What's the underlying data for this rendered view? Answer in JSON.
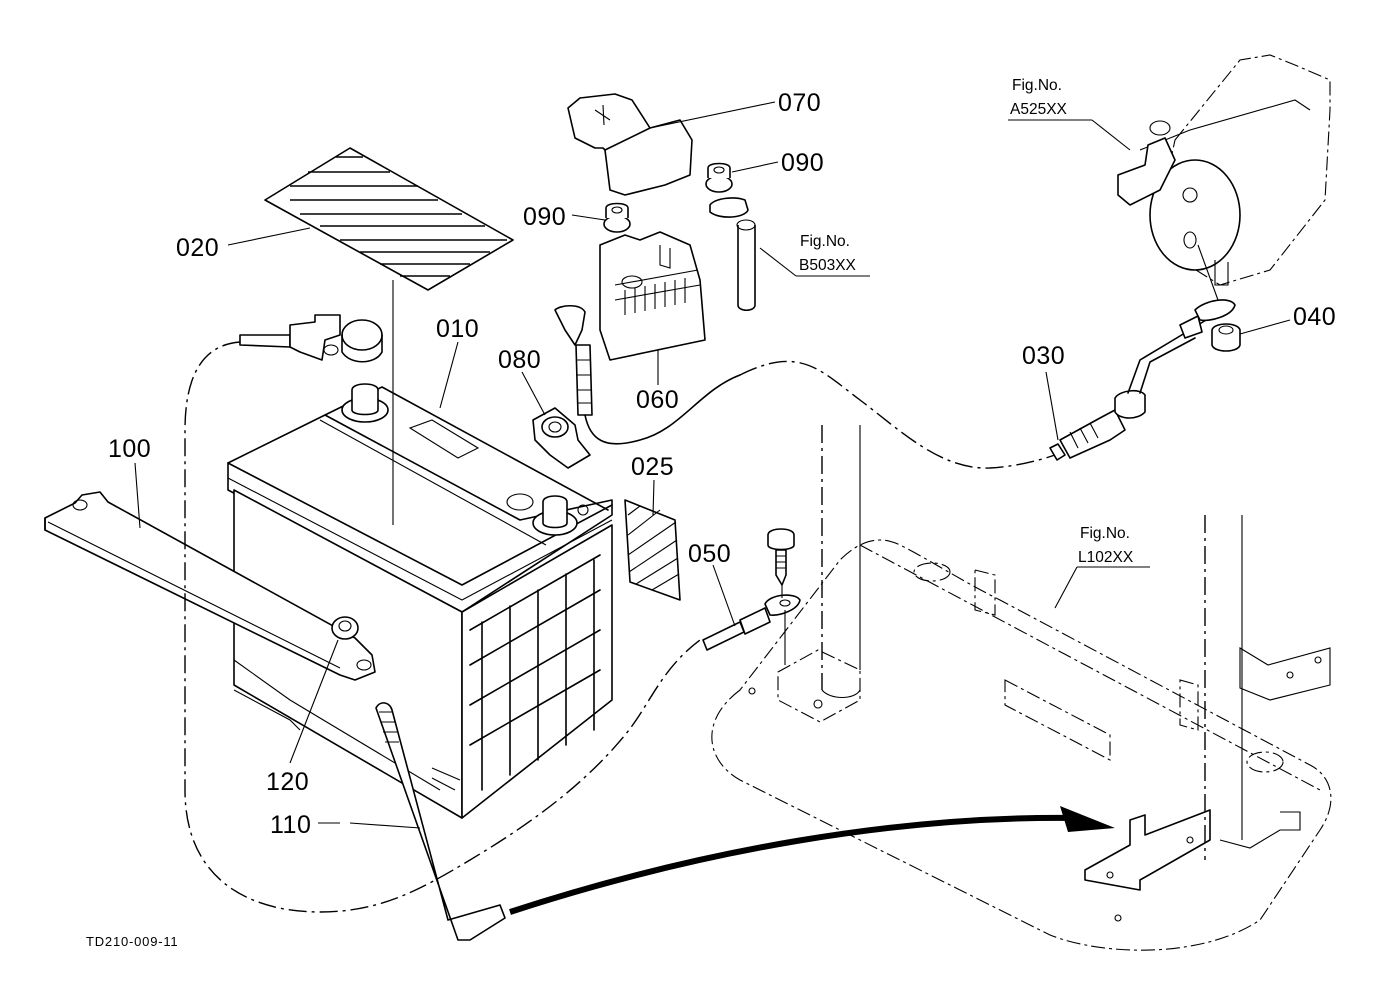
{
  "diagram": {
    "title_code": "TD210-009-11",
    "parts": [
      {
        "ref": "010",
        "name": "battery"
      },
      {
        "ref": "020",
        "name": "battery-label-sticker"
      },
      {
        "ref": "025",
        "name": "warning-decal"
      },
      {
        "ref": "030",
        "name": "positive-cable"
      },
      {
        "ref": "040",
        "name": "terminal-nut"
      },
      {
        "ref": "050",
        "name": "ground-cable"
      },
      {
        "ref": "060",
        "name": "fusible-link-block"
      },
      {
        "ref": "070",
        "name": "terminal-cover"
      },
      {
        "ref": "080",
        "name": "battery-terminal-clamp"
      },
      {
        "ref": "090",
        "name": "flange-nut"
      },
      {
        "ref": "100",
        "name": "battery-hold-down-bar"
      },
      {
        "ref": "110",
        "name": "hook-bolt"
      },
      {
        "ref": "120",
        "name": "hold-down-nut"
      }
    ],
    "figure_refs": [
      {
        "label": "Fig.No.",
        "code": "A525XX",
        "target": "starter-motor"
      },
      {
        "label": "Fig.No.",
        "code": "B503XX",
        "target": "wiring-harness"
      },
      {
        "label": "Fig.No.",
        "code": "L102XX",
        "target": "frame"
      }
    ]
  }
}
